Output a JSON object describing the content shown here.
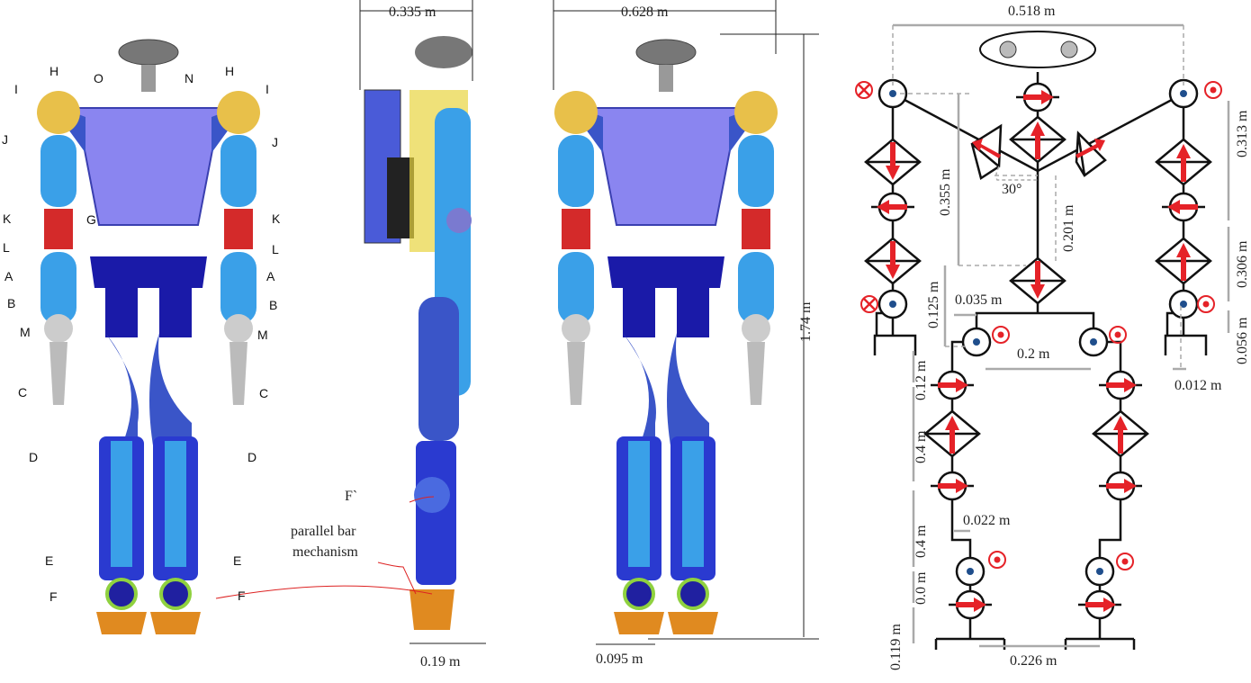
{
  "panel_front_labels": {
    "O": "O",
    "H": "H",
    "N": "N",
    "I": "I",
    "J": "J",
    "K": "K",
    "G": "G",
    "L": "L",
    "A": "A",
    "B": "B",
    "M": "M",
    "C": "C",
    "D": "D",
    "E": "E",
    "F": "F"
  },
  "panel_side": {
    "width": "0.335 m",
    "f_prime": "F`",
    "mechanism_line1": "parallel bar",
    "mechanism_line2": "mechanism",
    "foot": "0.19 m"
  },
  "panel_back": {
    "width": "0.628 m",
    "height": "1.74 m",
    "foot": "0.095 m"
  },
  "kinematic": {
    "shoulder_width": "0.518 m",
    "shoulder_height": "0.355 m",
    "angle": "30°",
    "neck": "0.201 m",
    "waist": "0.125 m",
    "hip_offset": "0.035 m",
    "hip_width": "0.2 m",
    "upper_arm": "0.313 m",
    "forearm": "0.306 m",
    "wrist": "0.056 m",
    "hand_offset": "0.012 m",
    "hip_drop": "0.12 m",
    "thigh": "0.4 m",
    "shank": "0.4 m",
    "knee_offset": "0.022 m",
    "ankle": "0.0 m",
    "foot_height": "0.119 m",
    "foot_width": "0.226 m"
  },
  "colors": {
    "joint_arrow": "#e52228",
    "joint_dot": "#1f4e8c",
    "dim_line": "#aaaaaa",
    "robot_blue": "#3a55c8",
    "robot_light": "#3aa0e8"
  }
}
